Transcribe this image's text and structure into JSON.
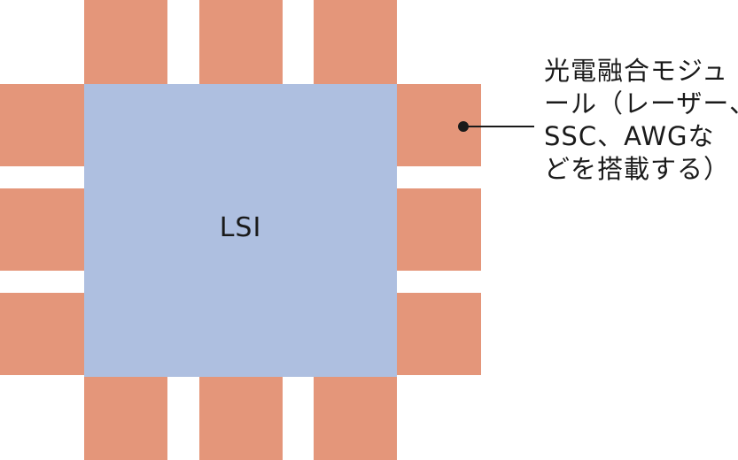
{
  "diagram": {
    "center_label": "LSI",
    "callout_lines": [
      "光電融合モジュ",
      "ール（レーザー、",
      "SSC、AWGな",
      "どを搭載する）"
    ]
  },
  "colors": {
    "lsi": "#aebfe0",
    "module": "#e4967a",
    "leader": "#1a1a1a"
  }
}
